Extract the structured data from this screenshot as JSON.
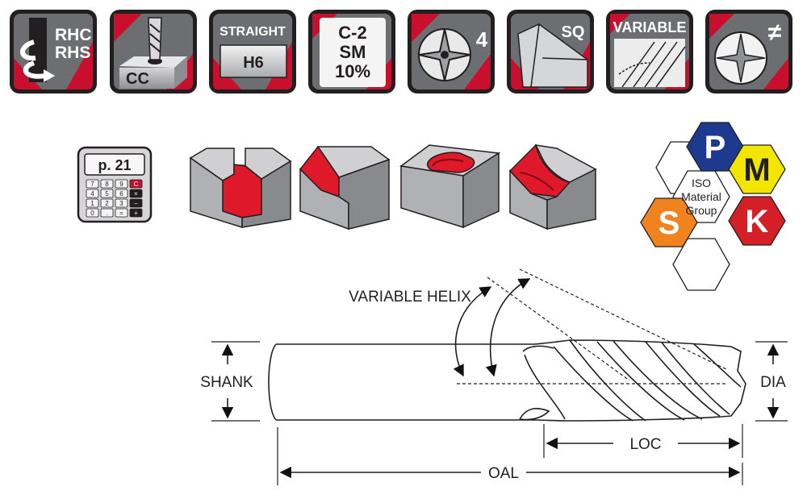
{
  "feature_icons": {
    "direction": {
      "line1": "RHC",
      "line2": "RHS"
    },
    "coolant": {
      "label": "CC"
    },
    "shank": {
      "top": "STRAIGHT",
      "tolerance": "H6"
    },
    "material": {
      "line1": "C-2",
      "line2": "SM",
      "line3": "10%"
    },
    "flutes": {
      "count": "4"
    },
    "end": {
      "label": "SQ"
    },
    "helix": {
      "label": "VARIABLE"
    },
    "pitch": {
      "symbol": "≠"
    }
  },
  "calculator": {
    "page": "p. 21",
    "keys": [
      "7",
      "8",
      "9",
      "C",
      "4",
      "5",
      "6",
      "×",
      "1",
      "2",
      "3",
      "−",
      "0",
      ".",
      "=",
      "+"
    ]
  },
  "iso_groups": {
    "label_lines": [
      "ISO",
      "Material",
      "Group"
    ],
    "groups": [
      {
        "letter": "P",
        "color": "#1d3a8f"
      },
      {
        "letter": "M",
        "color": "#f2e600"
      },
      {
        "letter": "S",
        "color": "#f0831e"
      },
      {
        "letter": "K",
        "color": "#d51f26"
      }
    ]
  },
  "tool_diagram": {
    "labels": {
      "helix": "VARIABLE HELIX",
      "shank": "SHANK",
      "dia": "DIA",
      "loc": "LOC",
      "oal": "OAL"
    }
  }
}
